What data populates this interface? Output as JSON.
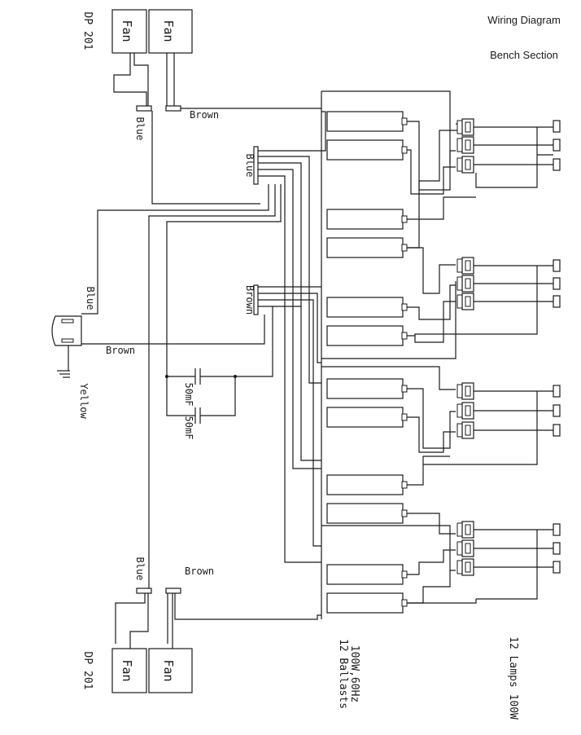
{
  "title": "Wiring Diagram",
  "subtitle": "Bench Section",
  "fans": {
    "label": "Fan",
    "model": "DP 201"
  },
  "wires": {
    "blue": "Blue",
    "brown": "Brown",
    "yellow": "Yellow"
  },
  "capacitor": "50mF",
  "ballasts": {
    "count_label": "12 Ballasts",
    "spec": "100W,60Hz"
  },
  "lamps": {
    "label": "12 Lamps 100W"
  }
}
